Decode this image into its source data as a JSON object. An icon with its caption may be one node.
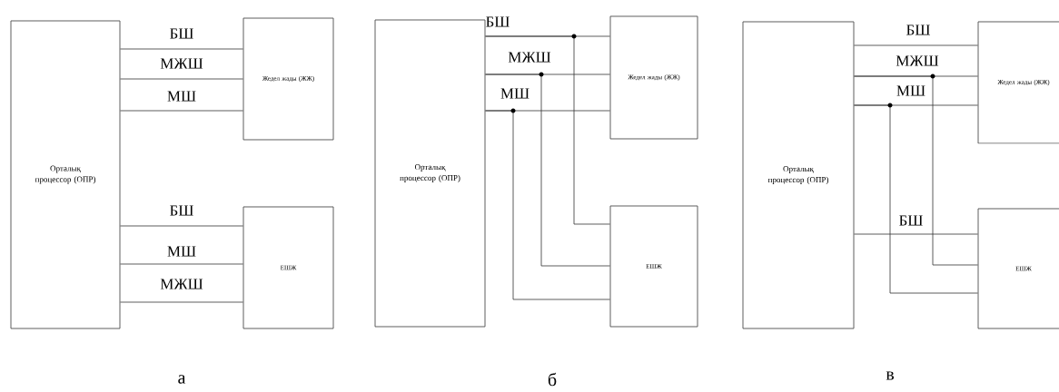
{
  "diagram": {
    "nodes": [
      {
        "text": [
          "Орталық процессор (ОПР)"
        ]
      },
      {
        "text": [
          "Жедел жады (ЖЖ)"
        ]
      },
      {
        "text": [
          "ЕШЖ"
        ]
      },
      {
        "text": [
          "Орталық процессор (ОПР)"
        ]
      },
      {
        "text": [
          "Жедел жады (ЖЖ)"
        ]
      },
      {
        "text": [
          "ЕШЖ"
        ]
      },
      {
        "text": [
          "Орталық процессор (ОПР)"
        ]
      },
      {
        "text": [
          "Жедел жады (ЖЖ)"
        ]
      },
      {
        "text": [
          "ЕШЖ"
        ]
      }
    ],
    "edges": [
      {
        "from": 0,
        "to": 1,
        "arrow": "none",
        "label": "БШ"
      },
      {
        "from": 0,
        "to": 1,
        "arrow": "none",
        "label": "МЖШ"
      },
      {
        "from": 0,
        "to": 1,
        "arrow": "none",
        "label": "МШ"
      },
      {
        "from": 0,
        "to": 2,
        "arrow": "none",
        "label": "БШ"
      },
      {
        "from": 0,
        "to": 2,
        "arrow": "none",
        "label": "МШ"
      },
      {
        "from": 0,
        "to": 2,
        "arrow": "none",
        "label": "МЖШ"
      },
      {
        "from": 3,
        "to": 4,
        "arrow": "none",
        "label": "БШ"
      },
      {
        "from": 3,
        "to": 4,
        "arrow": "none",
        "label": "МЖШ"
      },
      {
        "from": 3,
        "to": 4,
        "arrow": "none",
        "label": "МШ"
      },
      {
        "from": 3,
        "to": 5,
        "arrow": "none"
      },
      {
        "from": 3,
        "to": 5,
        "arrow": "none"
      },
      {
        "from": 3,
        "to": 5,
        "arrow": "none"
      },
      {
        "from": 6,
        "to": 7,
        "arrow": "none",
        "label": "БШ"
      },
      {
        "from": 6,
        "to": 7,
        "arrow": "none",
        "label": "МЖШ"
      },
      {
        "from": 6,
        "to": 7,
        "arrow": "none",
        "label": "МШ"
      },
      {
        "from": 6,
        "to": 8,
        "arrow": "none",
        "label": "БШ"
      },
      {
        "from": 6,
        "to": 8,
        "arrow": "none"
      },
      {
        "from": 6,
        "to": 8,
        "arrow": "none"
      }
    ],
    "labels": [
      "а",
      "б",
      "в"
    ]
  }
}
